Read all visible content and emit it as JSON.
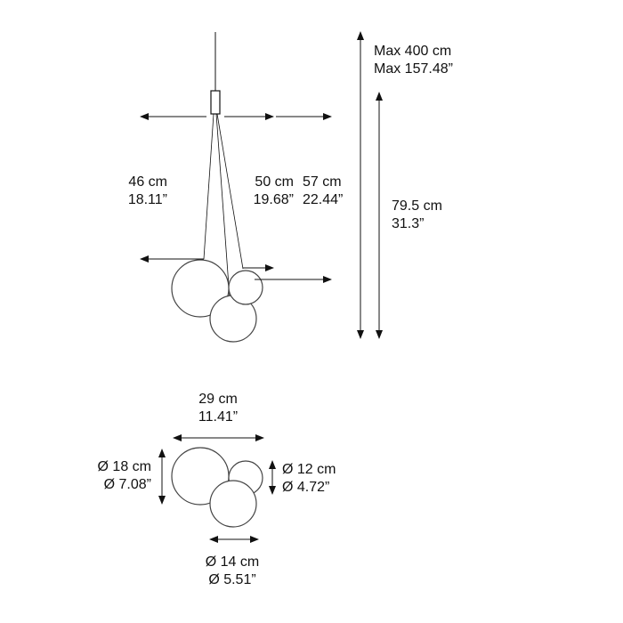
{
  "colors": {
    "line": "#111111",
    "globe_stroke": "#444444",
    "globe_fill": "#ffffff",
    "background": "#ffffff"
  },
  "side_view": {
    "max_height": {
      "metric": "Max 400 cm",
      "imperial": "Max 157.48”"
    },
    "overall_height": {
      "metric": "79.5 cm",
      "imperial": "31.3”"
    },
    "drop_small": {
      "metric": "46 cm",
      "imperial": "18.11”"
    },
    "drop_middle": {
      "metric": "50 cm",
      "imperial": "19.68”"
    },
    "drop_large": {
      "metric": "57 cm",
      "imperial": "22.44”"
    }
  },
  "top_view": {
    "total_width": {
      "metric": "29 cm",
      "imperial": "11.41”"
    },
    "diameter_large": {
      "metric": "Ø 18 cm",
      "imperial": "Ø 7.08”"
    },
    "diameter_small": {
      "metric": "Ø 12 cm",
      "imperial": "Ø 4.72”"
    },
    "diameter_middle": {
      "metric": "Ø 14 cm",
      "imperial": "Ø 5.51”"
    }
  }
}
